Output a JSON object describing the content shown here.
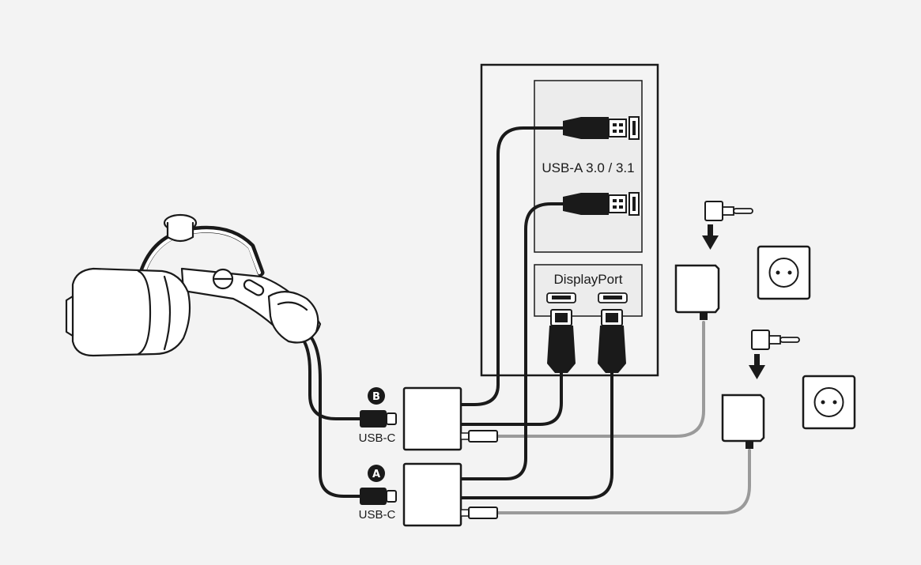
{
  "labels": {
    "usb_a": "USB-A 3.0 / 3.1",
    "displayport": "DisplayPort",
    "usbc_b": "USB-C",
    "usbc_a": "USB-C",
    "badge_b": "B",
    "badge_a": "A"
  },
  "colors": {
    "background": "#f3f3f3",
    "outline": "#1a1a1a",
    "panel": "#eeeeee",
    "box": "#ffffff",
    "power_cable": "#9a9a9a",
    "data_cable": "#1a1a1a"
  },
  "icons": [
    "vr-headset-icon",
    "usb-a-plug-icon",
    "displayport-plug-icon",
    "usb-c-plug-icon",
    "power-adapter-icon",
    "wall-socket-icon",
    "barrel-plug-icon",
    "arrow-down-icon"
  ]
}
